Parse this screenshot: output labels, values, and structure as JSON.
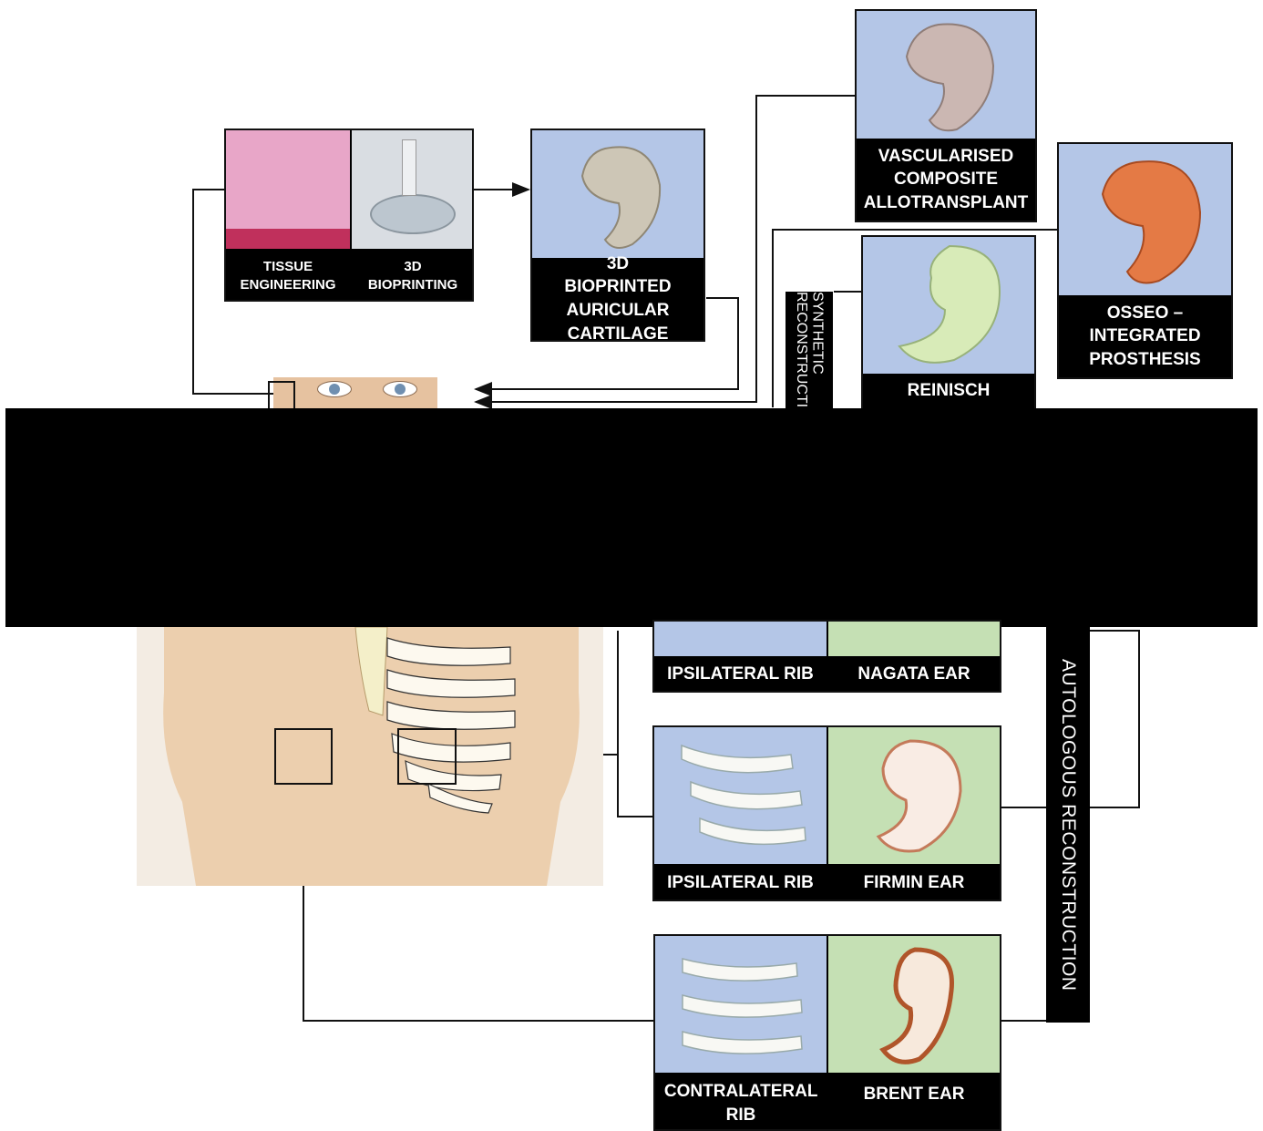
{
  "labels": {
    "tissue_engineering": "TISSUE ENGINEERING",
    "bioprinting_3d": "3D BIOPRINTING",
    "bioprinted_cartilage": "3D BIOPRINTED AURICULAR CARTILAGE",
    "vca": "VASCULARISED COMPOSITE ALLOTRANSPLANT",
    "osseo": "OSSEO – INTEGRATED PROSTHESIS",
    "reinisch": "REINISCH",
    "synthetic": "SYNTHETIC RECONSTRUCTI",
    "autologous": "AUTOLOGOUS RECONSTRUCTION",
    "ipsilateral_rib_1": "IPSILATERAL RIB",
    "nagata": "NAGATA EAR",
    "ipsilateral_rib_2": "IPSILATERAL RIB",
    "firmin": "FIRMIN EAR",
    "contralateral_rib": "CONTRALATERAL RIB",
    "brent": "BRENT EAR"
  },
  "icons": [
    "histology-image",
    "bioprinter-image",
    "ear-icon",
    "rib-cartilage-icon",
    "human-torso-figure"
  ],
  "colors": {
    "panel_blue": "#b4c6e7",
    "panel_green": "#c5e0b4",
    "caption_bg": "#000000",
    "skin": "#eccfae"
  }
}
